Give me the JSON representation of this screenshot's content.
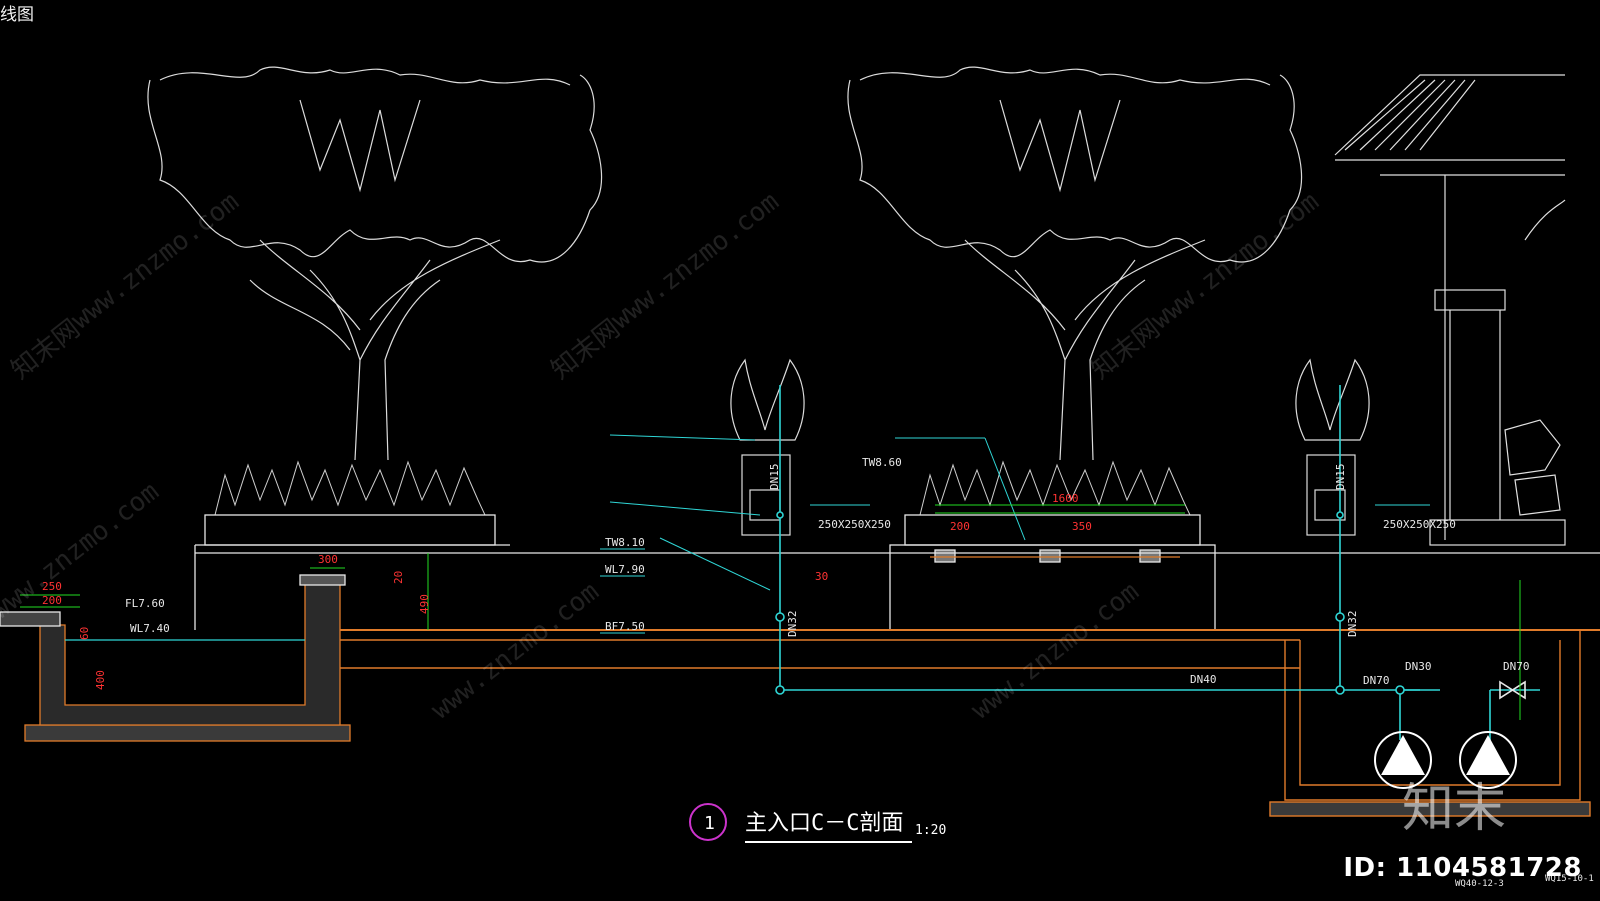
{
  "window": {
    "corner_title": "线图"
  },
  "drawing": {
    "section_number": "1",
    "section_title": "主入口C－C剖面",
    "scale": "1:20",
    "annotations": {
      "fl": "FL7.60",
      "wl_pool": "WL7.40",
      "tw": "TW8.10",
      "wl": "WL7.90",
      "bf": "BF7.50",
      "tw_planter": "TW8.60",
      "dn15_left": "DN15",
      "dn15_right": "DN15",
      "dn32_left": "DN32",
      "dn32_right": "DN32",
      "dn40": "DN40",
      "dn70_a": "DN70",
      "dn70_b": "DN70",
      "dn30": "DN30",
      "box_size_left": "250X250X250",
      "box_size_right": "250X250X250",
      "detail_ref_a": "WQ40-12-3",
      "detail_ref_b": "WQ15-10-1"
    },
    "dimensions": {
      "d250": "250",
      "d200": "200",
      "d60": "60",
      "d400": "400",
      "d300": "300",
      "d20": "20",
      "d490": "490",
      "d30": "30",
      "d200b": "200",
      "d350": "350",
      "d1600": "1600"
    }
  },
  "watermarks": {
    "site": "www.znzmo.com",
    "brand": "知末网",
    "logo": "知末"
  },
  "image_id": "ID: 1104581728",
  "colors": {
    "background": "#000000",
    "line_white": "#e8e8e8",
    "pipe_cyan": "#2fd6d6",
    "structure_orange": "#e07b2a",
    "dimension_green": "#22dd22",
    "dimension_red": "#ff3333",
    "title_circle": "#cc33cc"
  }
}
